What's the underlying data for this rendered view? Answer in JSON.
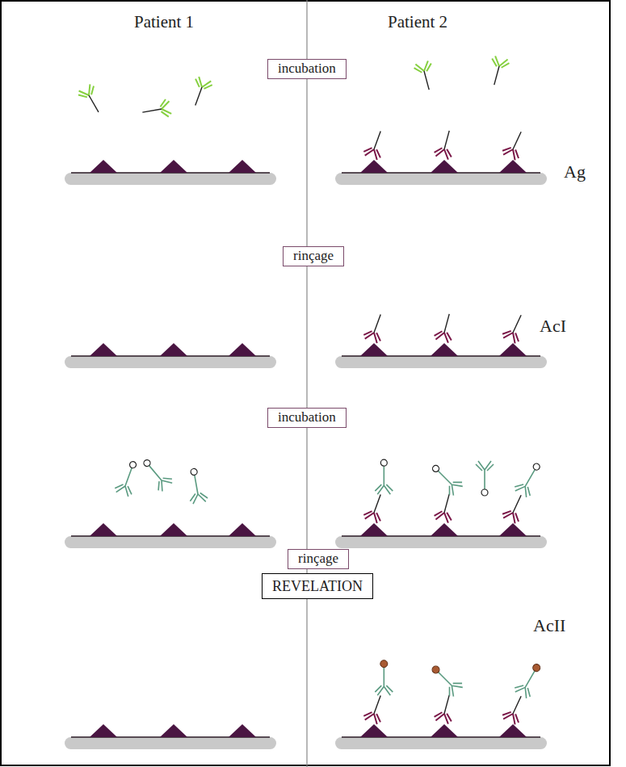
{
  "diagram": {
    "nodes": [
      {
        "text": [
          "incubation"
        ]
      },
      {
        "text": [
          "rinçage"
        ]
      },
      {
        "text": [
          "incubation"
        ]
      },
      {
        "text": [
          "rinçage"
        ]
      },
      {
        "text": [
          "REVELATION"
        ]
      }
    ],
    "labels": [
      "Patient 1",
      "Patient 2",
      "Ag",
      "AcI",
      "AcII"
    ]
  }
}
